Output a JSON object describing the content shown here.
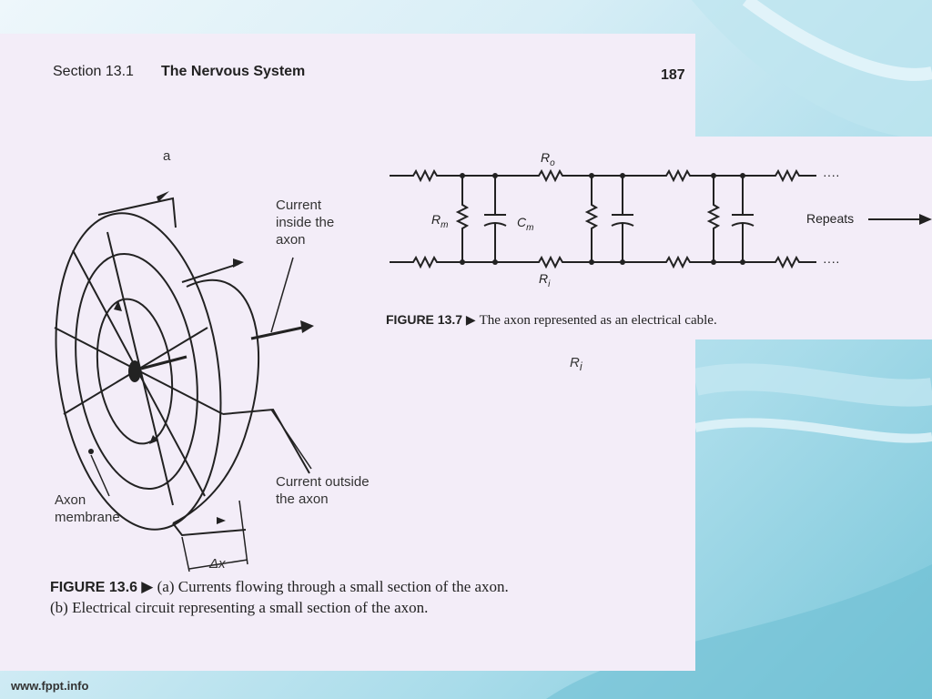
{
  "header": {
    "section_number": "Section 13.1",
    "section_title": "The Nervous System",
    "page_number": "187"
  },
  "figure_a": {
    "panel_label": "a",
    "current_inside_label": "Current\ninside the\naxon",
    "current_outside_label": "Current outside\nthe axon",
    "membrane_label": "Axon\nmembrane",
    "dx_label": "Δx"
  },
  "figure_13_6": {
    "number": "FIGURE 13.6",
    "line1": "(a) Currents flowing through a small section of the axon.",
    "line2": "(b) Electrical circuit representing a small section of the axon."
  },
  "figure_13_7": {
    "number": "FIGURE 13.7",
    "caption": "The axon represented as an electrical cable.",
    "repeats_label": "Repeats",
    "ro_label": "R",
    "ro_sub": "o",
    "rm_label": "R",
    "rm_sub": "m",
    "cm_label": "C",
    "cm_sub": "m",
    "ri_label": "R",
    "ri_sub": "i",
    "dots": "····"
  },
  "partial_ri": {
    "label": "R",
    "sub": "i"
  },
  "footer": {
    "url": "www.fppt.info"
  },
  "colors": {
    "page": "#f3edf8",
    "ink": "#222222",
    "bg_accent": "#79c6d9"
  }
}
